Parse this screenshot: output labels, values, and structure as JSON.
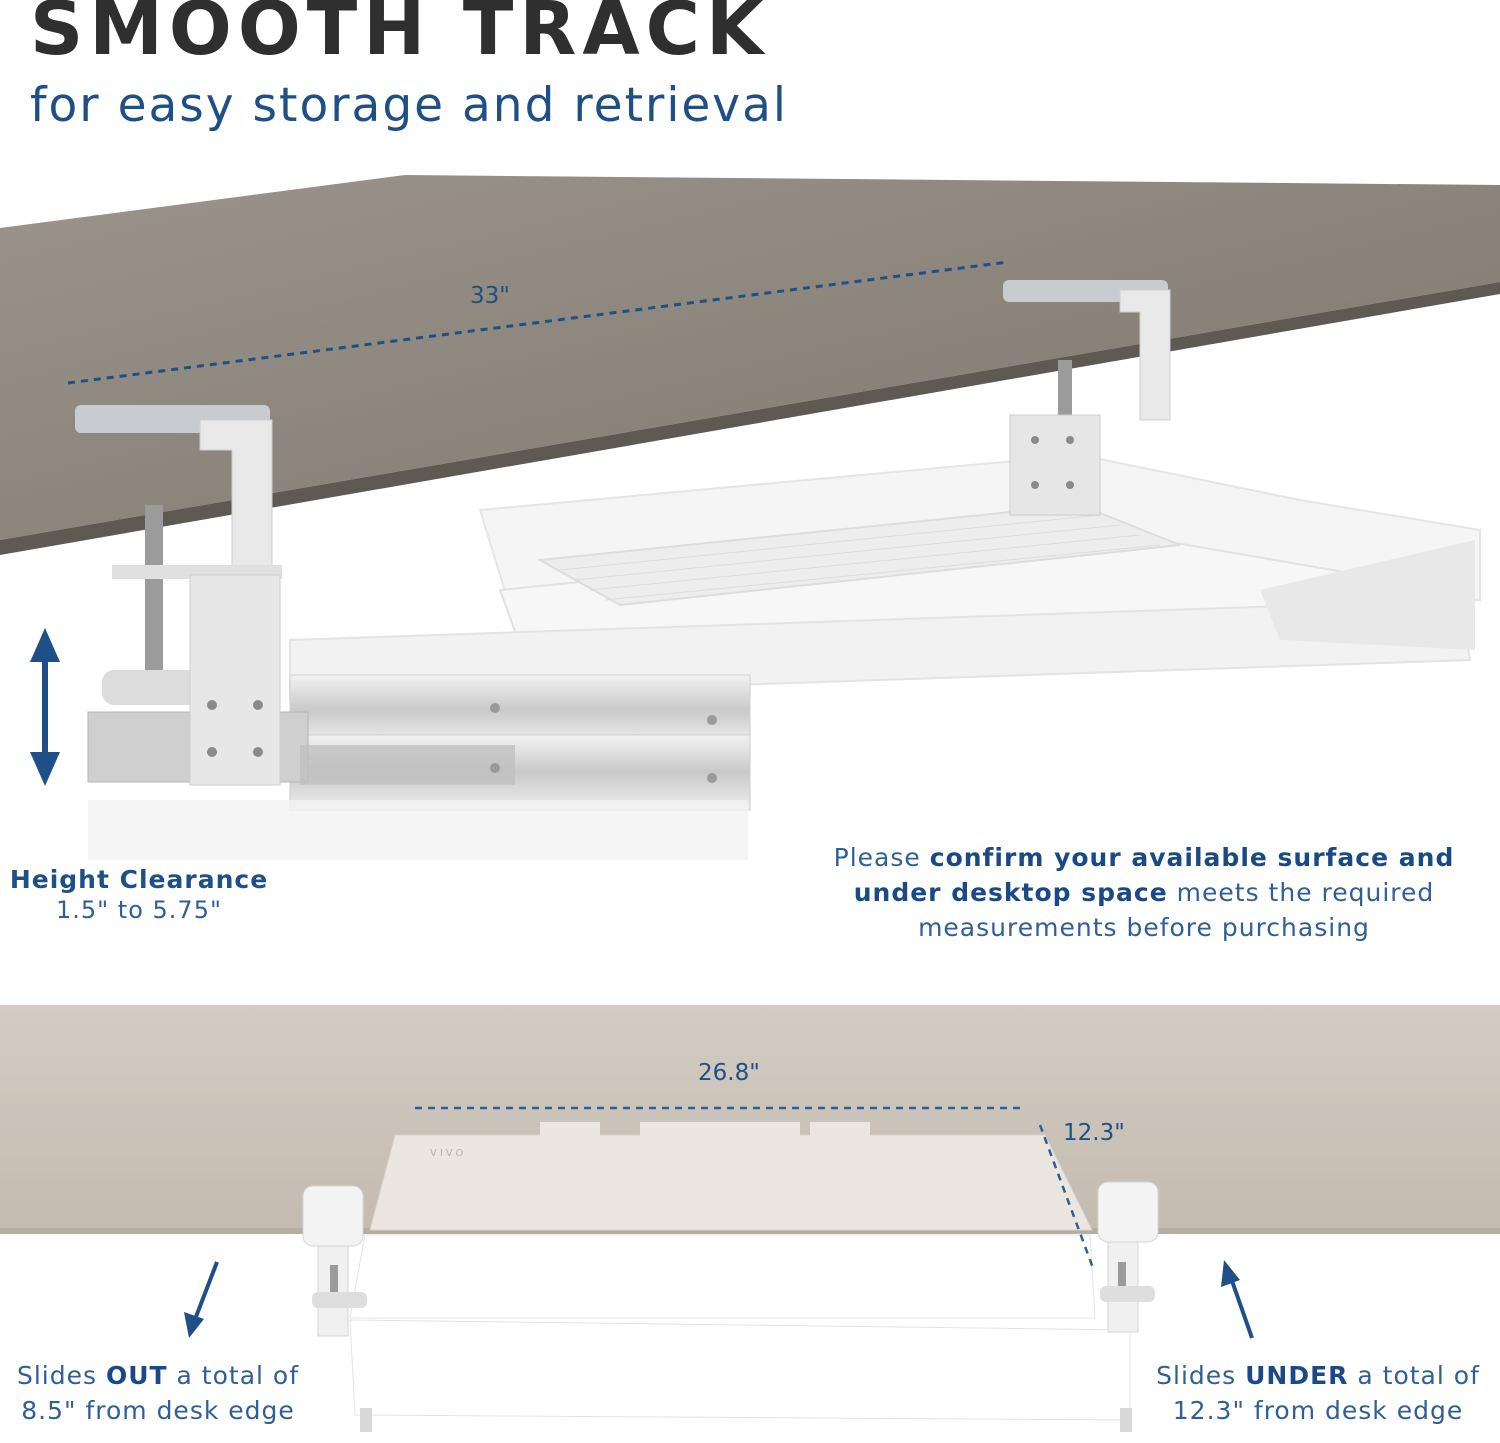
{
  "header": {
    "title": "SMOOTH TRACK",
    "subtitle": "for easy storage and retrieval"
  },
  "top_view": {
    "width_dimension": "33\"",
    "height_clearance": {
      "label": "Height Clearance",
      "range": "1.5\" to 5.75\""
    },
    "note": {
      "prefix": "Please",
      "bold1": "confirm your available surface and",
      "bold2": "under desktop space",
      "suffix1": "meets the required",
      "suffix2": "measurements before purchasing"
    }
  },
  "bottom_view": {
    "tray_width": "26.8\"",
    "tray_depth": "12.3\"",
    "tray_logo": "VIVO",
    "slides_out": {
      "prefix": "Slides",
      "bold": "OUT",
      "suffix": "a total of",
      "line2": "8.5\" from desk edge"
    },
    "slides_under": {
      "prefix": "Slides",
      "bold": "UNDER",
      "suffix": "a total of",
      "line2": "12.3\" from desk edge"
    }
  },
  "colors": {
    "accent_blue": "#1e4f87",
    "desk_top": "#8b857c",
    "desk_bottom": "#c9c2b8",
    "heading": "#2f2f2f"
  }
}
